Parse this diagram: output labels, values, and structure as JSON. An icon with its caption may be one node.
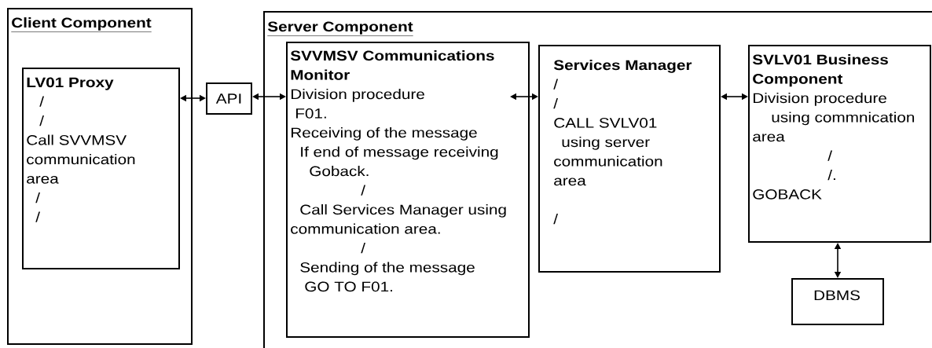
{
  "diagram": {
    "nodes": [
      {
        "text": [
          "Client Component"
        ]
      },
      {
        "text": [
          "LV01 Proxy",
          "/",
          "/",
          "Call SVVMSV communication area",
          "/",
          "/"
        ],
        "in": 0
      },
      {
        "text": [
          "API"
        ]
      },
      {
        "text": [
          "Server Component"
        ]
      },
      {
        "text": [
          "SVVMSV Communications Monitor",
          "Division procedure",
          "F01.",
          "Receiving of the message",
          "If end of message receiving",
          "Goback.",
          "/",
          "Call Services Manager using communication area.",
          "/",
          "Sending of the message",
          "GO TO F01."
        ],
        "in": 3
      },
      {
        "text": [
          "Services Manager",
          "/",
          "/",
          "CALL SVLV01",
          "using server communication area",
          "/"
        ],
        "in": 3
      },
      {
        "text": [
          "SVLV01 Business Component",
          "Division procedure",
          "using commnication area",
          "/",
          "/.",
          "GOBACK"
        ],
        "in": 3
      },
      {
        "text": [
          "DBMS"
        ],
        "in": 3
      }
    ],
    "edges": [
      {
        "from": 1,
        "to": 2,
        "arrow": "both"
      },
      {
        "from": 2,
        "to": 4,
        "arrow": "both"
      },
      {
        "from": 4,
        "to": 5,
        "arrow": "both"
      },
      {
        "from": 5,
        "to": 6,
        "arrow": "both"
      },
      {
        "from": 6,
        "to": 7,
        "arrow": "both"
      }
    ]
  }
}
